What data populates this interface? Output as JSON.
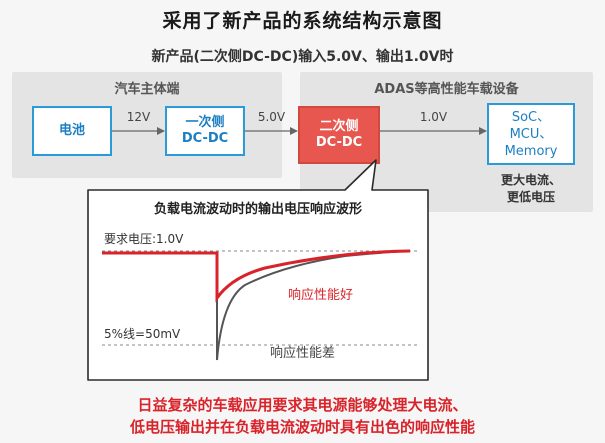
{
  "title": "采用了新产品的系统结构示意图",
  "subtitle": "新产品(二次侧DC-DC)输入5.0V、输出1.0V时",
  "left_panel": {
    "label": "汽车主体端",
    "battery": "电池",
    "primary_dcdc": [
      "一次侧",
      "DC-DC"
    ],
    "v_in": "12V"
  },
  "v_mid": "5.0V",
  "right_panel": {
    "label": "ADAS等高性能车载设备",
    "secondary_dcdc": [
      "二次侧",
      "DC-DC"
    ],
    "v_out": "1.0V",
    "load": [
      "SoC、",
      "MCU、",
      "Memory"
    ],
    "note": [
      "更大电流、",
      "更低电压"
    ]
  },
  "callout": {
    "title": "负载电流波动时的输出电压响应波形",
    "required_voltage": "要求电压:1.0V",
    "threshold": "5%线=50mV",
    "good_label": "响应性能好",
    "poor_label": "响应性能差",
    "good_color": "#d8232a",
    "poor_color": "#555555"
  },
  "bottom": [
    "日益复杂的车载应用要求其电源能够处理大电流、",
    "低电压输出并在负载电流波动时具有出色的响应性能"
  ]
}
